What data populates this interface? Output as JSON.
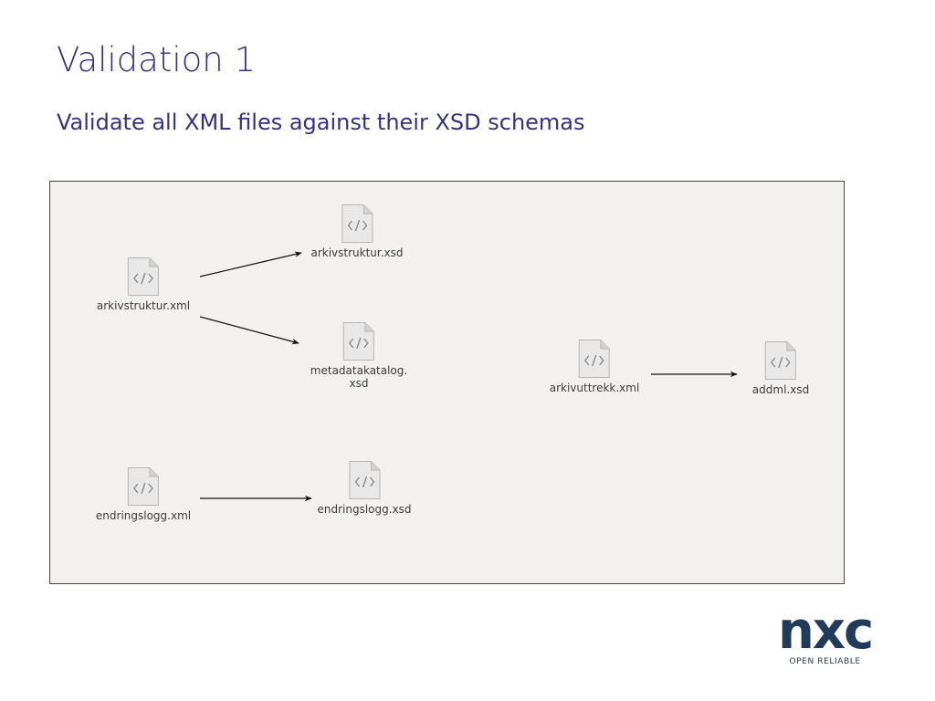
{
  "slide": {
    "title": "Validation 1",
    "subtitle": "Validate all XML files against their XSD schemas"
  },
  "diagram": {
    "icon": "code-file-icon",
    "files": [
      {
        "id": "arkivstruktur_xml",
        "label": "arkivstruktur.xml"
      },
      {
        "id": "arkivstruktur_xsd",
        "label": "arkivstruktur.xsd"
      },
      {
        "id": "metadatakatalog_xsd",
        "label": "metadatakatalog.\nxsd"
      },
      {
        "id": "arkivuttrekk_xml",
        "label": "arkivuttrekk.xml"
      },
      {
        "id": "addml_xsd",
        "label": "addml.xsd"
      },
      {
        "id": "endringslogg_xml",
        "label": "endringslogg.xml"
      },
      {
        "id": "endringslogg_xsd",
        "label": "endringslogg.xsd"
      }
    ],
    "edges": [
      {
        "from": "arkivstruktur_xml",
        "to": "arkivstruktur_xsd"
      },
      {
        "from": "arkivstruktur_xml",
        "to": "metadatakatalog_xsd"
      },
      {
        "from": "arkivuttrekk_xml",
        "to": "addml_xsd"
      },
      {
        "from": "endringslogg_xml",
        "to": "endringslogg_xsd"
      }
    ]
  },
  "logo": {
    "mark": "nxc",
    "tagline": "OPEN RELIABLE",
    "color": "#233b5a"
  }
}
